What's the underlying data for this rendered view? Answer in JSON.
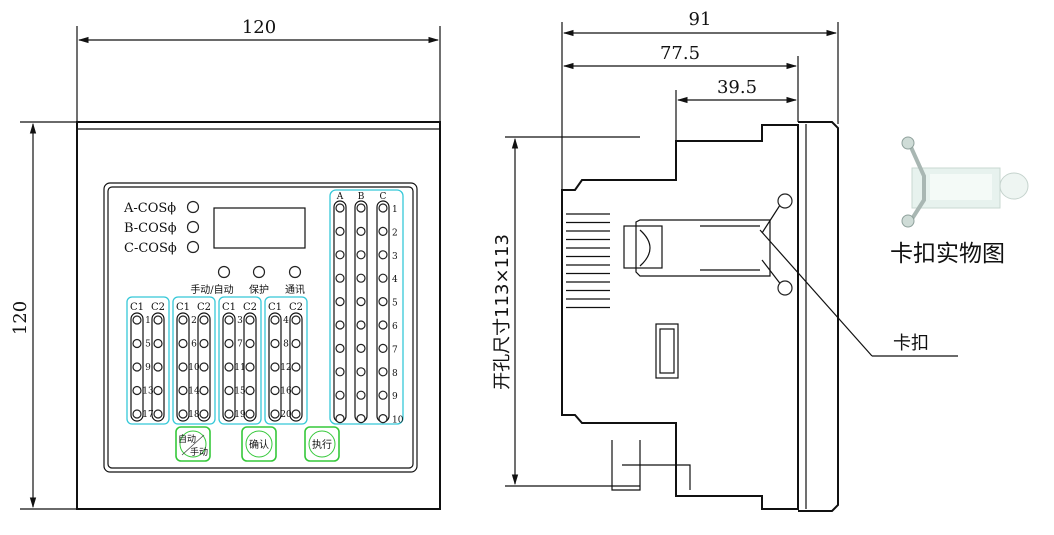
{
  "front_view": {
    "width_dim": "120",
    "height_dim": "120",
    "indicators": [
      "A-COSϕ",
      "B-COSϕ",
      "C-COSϕ"
    ],
    "status_leds": [
      "手动/自动",
      "保护",
      "通讯"
    ],
    "group_header": [
      "C1",
      "C2"
    ],
    "group_numbers": [
      [
        "1",
        "5",
        "9",
        "13",
        "17"
      ],
      [
        "2",
        "6",
        "10",
        "14",
        "18"
      ],
      [
        "3",
        "7",
        "11",
        "15",
        "19"
      ],
      [
        "4",
        "8",
        "12",
        "16",
        "20"
      ]
    ],
    "phase_headers": [
      "A",
      "B",
      "C"
    ],
    "phase_numbers": [
      "1",
      "2",
      "3",
      "4",
      "5",
      "6",
      "7",
      "8",
      "9",
      "10"
    ],
    "buttons": {
      "auto_manual_top": "自动",
      "auto_manual_bottom": "手动",
      "confirm": "确认",
      "execute": "执行"
    }
  },
  "side_view": {
    "dim_total": "91",
    "dim_mid": "77.5",
    "dim_small": "39.5",
    "cutout_label": "开孔尺寸113×113",
    "clip_label": "卡扣"
  },
  "photo_caption": "卡扣实物图",
  "colors": {
    "accent_cyan": "#35c8d8",
    "button_green": "#35c83a",
    "line": "#111111"
  }
}
